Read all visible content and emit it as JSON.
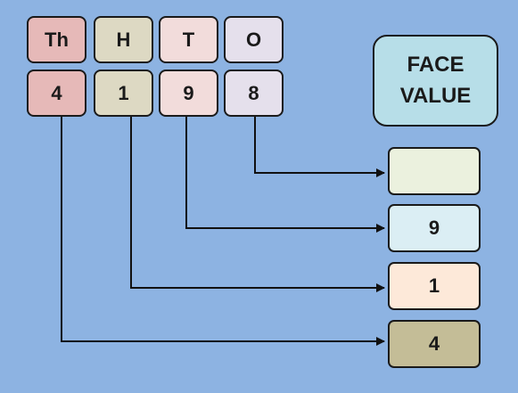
{
  "headers": {
    "th": "Th",
    "h": "H",
    "t": "T",
    "o": "O"
  },
  "digits": {
    "th": "4",
    "h": "1",
    "t": "9",
    "o": "8"
  },
  "face_value": {
    "line1": "FACE",
    "line2": "VALUE"
  },
  "answers": {
    "o": "",
    "t": "9",
    "h": "1",
    "th": "4"
  },
  "colors": {
    "background": "#8db3e2",
    "thousands": "#e6b9b8",
    "hundreds": "#ddd9c3",
    "tens": "#f2dcdb",
    "ones": "#e5e0ec",
    "face_value_box": "#b7dee8",
    "answer_ones": "#ebf1de",
    "answer_tens": "#dbeef4",
    "answer_hundreds": "#fde9d9",
    "answer_thousands": "#c4bd97"
  }
}
